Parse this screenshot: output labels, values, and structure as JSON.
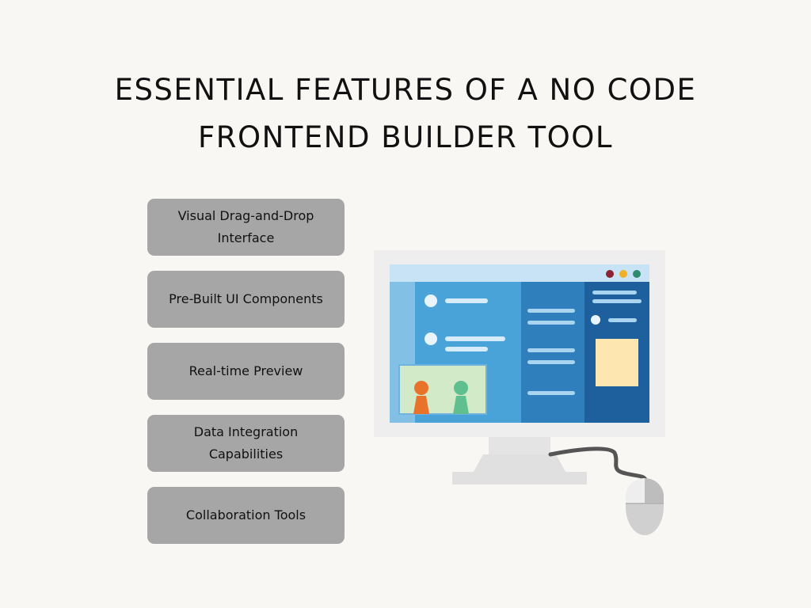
{
  "title": {
    "line1": "ESSENTIAL FEATURES OF A NO CODE",
    "line2": "FRONTEND BUILDER TOOL"
  },
  "features": [
    {
      "label": "Visual Drag-and-Drop Interface"
    },
    {
      "label": "Pre-Built UI Components"
    },
    {
      "label": "Real-time Preview"
    },
    {
      "label": "Data Integration Capabilities"
    },
    {
      "label": "Collaboration Tools"
    }
  ],
  "illustration": {
    "icon": "desktop-computer-with-mouse-icon",
    "colors": {
      "monitor_frame": "#eeeeee",
      "title_bar": "#c8e3f5",
      "sidebar": "#83c0e6",
      "panel_left": "#4aa3d8",
      "panel_mid": "#2f7fbd",
      "panel_right": "#1e5f9e",
      "window_dot_red": "#8b2332",
      "window_dot_yellow": "#f0b128",
      "window_dot_green": "#2e8b6e",
      "note_card": "#fde6b0",
      "image_bg": "#d3eac8",
      "figure_orange": "#e8722a",
      "figure_green": "#5fbf8e",
      "cable": "#555555",
      "mouse": "#d0d0d0"
    }
  }
}
